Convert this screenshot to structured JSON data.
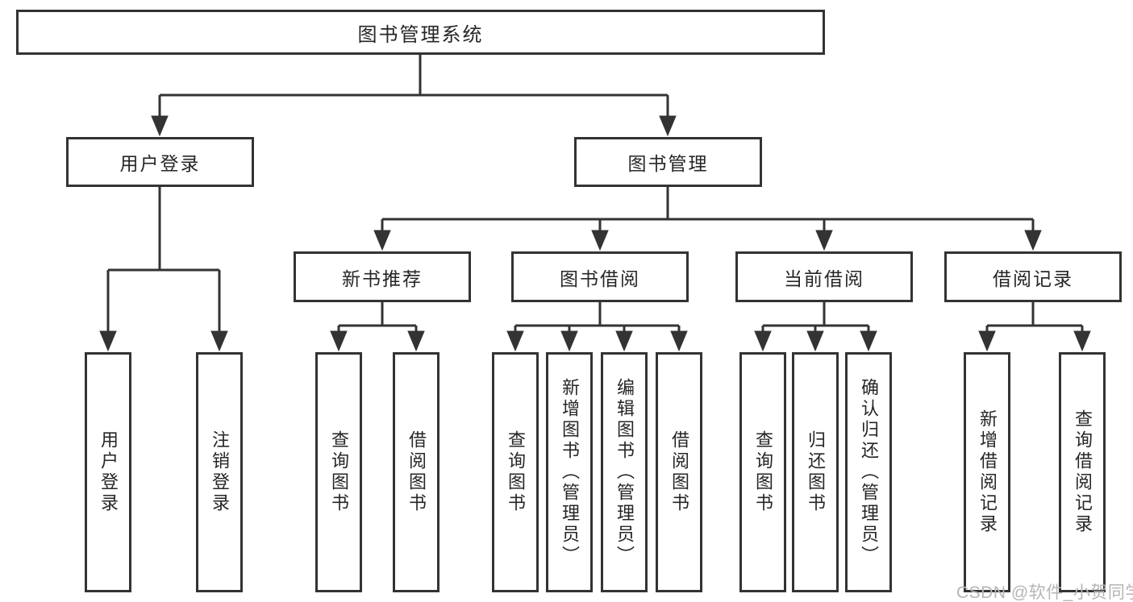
{
  "colors": {
    "line": "#333333",
    "text": "#262626",
    "background": "#ffffff",
    "watermark": "#b5b5b5"
  },
  "root": {
    "label": "图书管理系统"
  },
  "level2": {
    "user_login": {
      "label": "用户登录"
    },
    "book_mgmt": {
      "label": "图书管理"
    }
  },
  "level3": {
    "new_book_rec": {
      "label": "新书推荐"
    },
    "book_borrow": {
      "label": "图书借阅"
    },
    "current_borrow": {
      "label": "当前借阅"
    },
    "borrow_records": {
      "label": "借阅记录"
    }
  },
  "leaves": {
    "user_login": {
      "label": "用户登录"
    },
    "logout": {
      "label": "注销登录"
    },
    "rec_query_books": {
      "label": "查询图书"
    },
    "rec_borrow_books": {
      "label": "借阅图书"
    },
    "borrow_query_books": {
      "label": "查询图书"
    },
    "borrow_add_books": {
      "label": "新增图书（管理员）"
    },
    "borrow_edit_books": {
      "label": "编辑图书（管理员）"
    },
    "borrow_borrow_books": {
      "label": "借阅图书"
    },
    "current_query_books": {
      "label": "查询图书"
    },
    "current_return_books": {
      "label": "归还图书"
    },
    "current_confirm_return": {
      "label": "确认归还（管理员）"
    },
    "records_add_record": {
      "label": "新增借阅记录"
    },
    "records_query_record": {
      "label": "查询借阅记录"
    }
  },
  "watermark": {
    "text": "CSDN @软件_小贺同学"
  }
}
